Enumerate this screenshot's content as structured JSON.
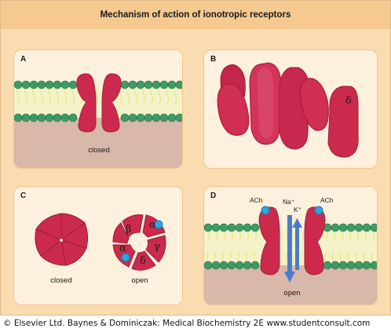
{
  "title": "Mechanism of action of ionotropic receptors",
  "panels": {
    "a": {
      "label": "A",
      "caption": "closed"
    },
    "b": {
      "label": "B",
      "subunit_label": "δ"
    },
    "c": {
      "label": "C",
      "closed_caption": "closed",
      "open_caption": "open",
      "subunits": [
        "β",
        "α",
        "γ",
        "δ",
        "α"
      ]
    },
    "d": {
      "label": "D",
      "ach_left": "ACh",
      "ach_right": "ACh",
      "na": "Na⁺",
      "k": "K⁺",
      "caption": "open"
    }
  },
  "colors": {
    "protein": "#cc2a4d",
    "lipid_head": "#3f9a63",
    "lipid_tail": "#f2ec8a",
    "cytoplasm": "#d8b8a8",
    "ach": "#2aa6e0",
    "ion_arrow": "#4a7bc8"
  },
  "copyright": "© Elsevier Ltd. Baynes & Dominiczak: Medical Biochemistry 2E www.studentconsult.com"
}
